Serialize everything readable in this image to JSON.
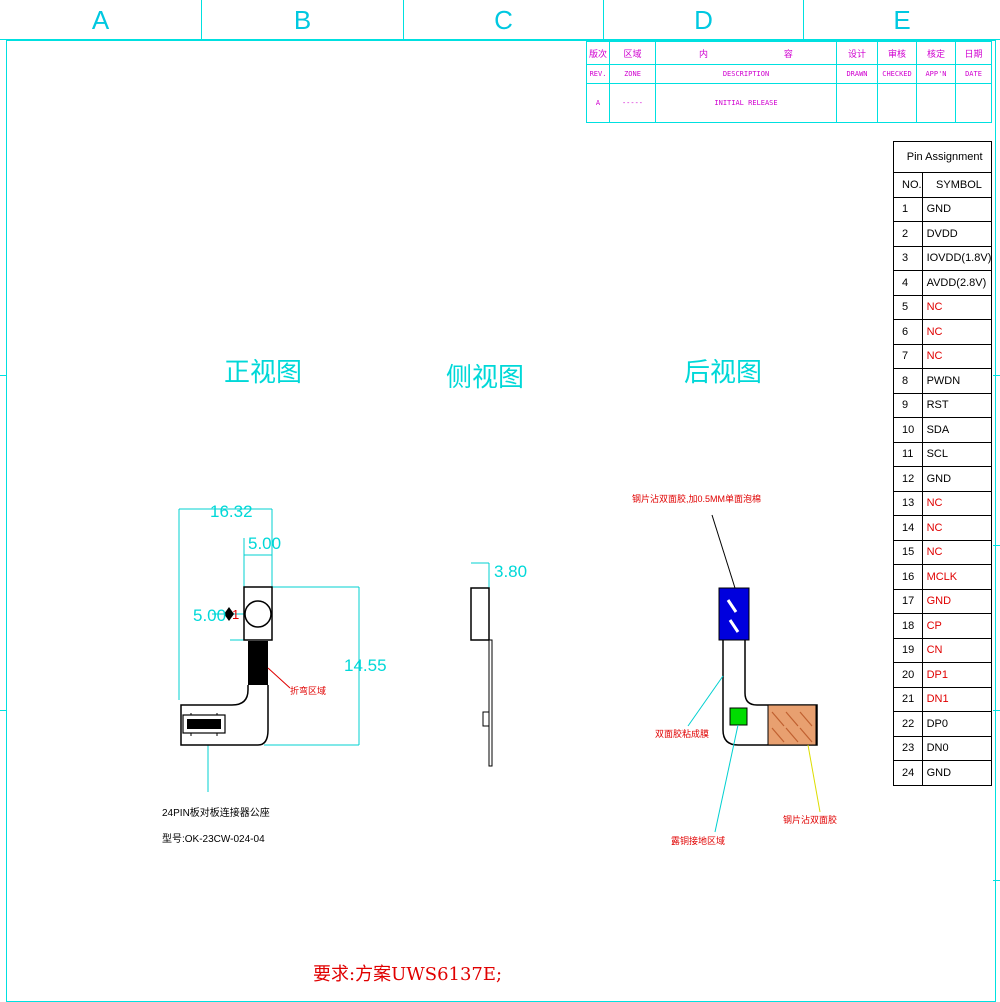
{
  "frame": {
    "columns": [
      "A",
      "B",
      "C",
      "D",
      "E"
    ]
  },
  "revision_table": {
    "headers": [
      "版次",
      "区域",
      "内",
      "容",
      "设计",
      "审核",
      "核定",
      "日期"
    ],
    "subheaders": [
      "REV.",
      "ZONE",
      "DESCRIPTION",
      "DRAWN",
      "CHECKED",
      "APP'N",
      "DATE"
    ],
    "row": {
      "rev": "A",
      "zone": "-----",
      "description": "INITIAL RELEASE"
    }
  },
  "pin_table": {
    "title": "Pin Assignment",
    "col_no": "NO.",
    "col_symbol": "SYMBOL",
    "pins": [
      {
        "no": "1",
        "symbol": "GND",
        "red": false
      },
      {
        "no": "2",
        "symbol": "DVDD",
        "red": false
      },
      {
        "no": "3",
        "symbol": "IOVDD(1.8V)",
        "red": false
      },
      {
        "no": "4",
        "symbol": "AVDD(2.8V)",
        "red": false
      },
      {
        "no": "5",
        "symbol": "NC",
        "red": true
      },
      {
        "no": "6",
        "symbol": "NC",
        "red": true
      },
      {
        "no": "7",
        "symbol": "NC",
        "red": true
      },
      {
        "no": "8",
        "symbol": "PWDN",
        "red": false
      },
      {
        "no": "9",
        "symbol": "RST",
        "red": false
      },
      {
        "no": "10",
        "symbol": "SDA",
        "red": false
      },
      {
        "no": "11",
        "symbol": "SCL",
        "red": false
      },
      {
        "no": "12",
        "symbol": "GND",
        "red": false
      },
      {
        "no": "13",
        "symbol": "NC",
        "red": true
      },
      {
        "no": "14",
        "symbol": "NC",
        "red": true
      },
      {
        "no": "15",
        "symbol": "NC",
        "red": true
      },
      {
        "no": "16",
        "symbol": "MCLK",
        "red": true
      },
      {
        "no": "17",
        "symbol": "GND",
        "red": true
      },
      {
        "no": "18",
        "symbol": "CP",
        "red": true
      },
      {
        "no": "19",
        "symbol": "CN",
        "red": true
      },
      {
        "no": "20",
        "symbol": "DP1",
        "red": true
      },
      {
        "no": "21",
        "symbol": "DN1",
        "red": true
      },
      {
        "no": "22",
        "symbol": "DP0",
        "red": false
      },
      {
        "no": "23",
        "symbol": "DN0",
        "red": false
      },
      {
        "no": "24",
        "symbol": "GND",
        "red": false
      }
    ]
  },
  "views": {
    "front": "正视图",
    "side": "侧视图",
    "back": "后视图"
  },
  "dimensions": {
    "width": "16.32",
    "lens_width": "5.00",
    "lens_height": "5.00",
    "total_height": "14.55",
    "thickness": "3.80"
  },
  "annotations": {
    "pin1_mark": "1",
    "bend_area": "折弯区域",
    "connector_line1": "24PIN板对板连接器公座",
    "connector_line2": "型号:OK-23CW-024-04",
    "steel_top": "钢片沾双面胶,加0.5MM单面泡棉",
    "back_tape": "双面胶粘成膜",
    "exposed_copper": "露铜接地区域",
    "steel_bottom": "钢片沾双面胶",
    "requirement": "要求:方案UWS6137E;"
  },
  "colors": {
    "frame": "#00e0e0",
    "lens_blue": "#0000dd",
    "pad_green": "#00dd00",
    "copper": "#e8a070",
    "annotation_red": "#e00000"
  }
}
